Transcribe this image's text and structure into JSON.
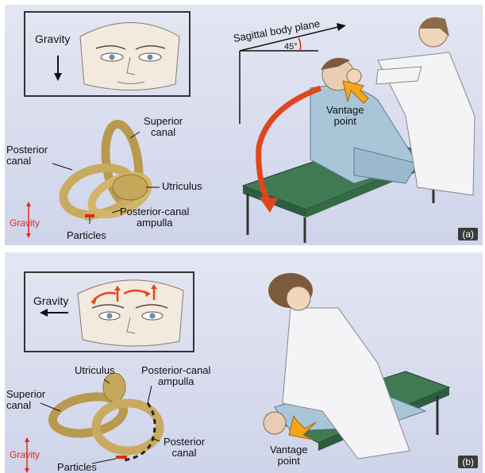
{
  "panel_a": {
    "gravity_label": "Gravity",
    "superior_canal": "Superior\ncanal",
    "posterior_canal": "Posterior\ncanal",
    "utriculus": "Utriculus",
    "posterior_canal_ampulla": "Posterior-canal\nampulla",
    "particles": "Particles",
    "gravity_corner": "Gravity",
    "sagittal_plane": "Sagittal body plane",
    "angle": "45°",
    "vantage_point": "Vantage\npoint",
    "tag": "(a)"
  },
  "panel_b": {
    "gravity_label": "Gravity",
    "utriculus": "Utriculus",
    "posterior_canal_ampulla": "Posterior-canal\nampulla",
    "superior_canal": "Superior\ncanal",
    "posterior_canal": "Posterior\ncanal",
    "particles": "Particles",
    "gravity_corner": "Gravity",
    "vantage_point": "Vantage\npoint",
    "tag": "(b)"
  }
}
